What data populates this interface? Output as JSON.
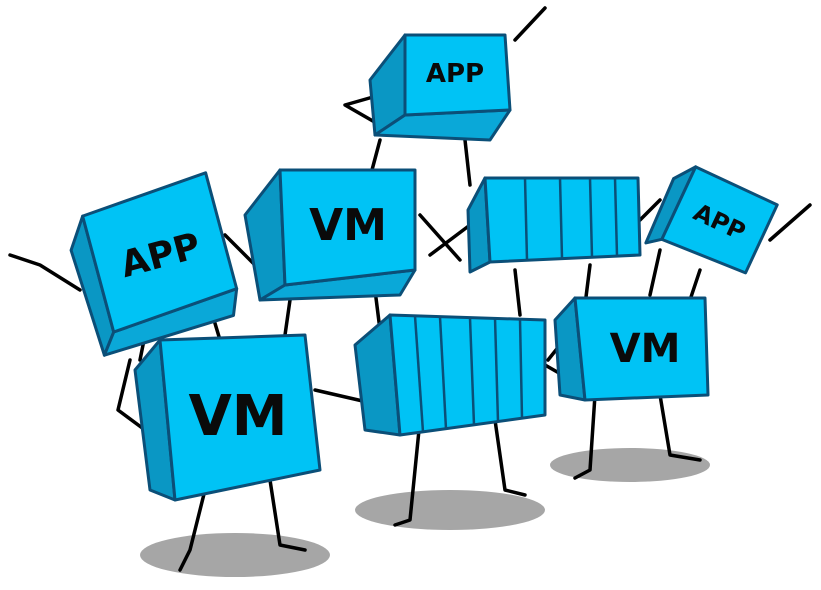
{
  "illustration": {
    "labels": {
      "app_top": "APP",
      "app_left": "APP",
      "app_right": "APP",
      "vm_middle": "VM",
      "vm_bottom_left": "VM",
      "vm_bottom_right": "VM"
    },
    "colors": {
      "box_face": "#00c3f5",
      "box_side": "#0a97c4",
      "outline": "#0b4f78",
      "shadow": "#a6a6a6"
    }
  }
}
